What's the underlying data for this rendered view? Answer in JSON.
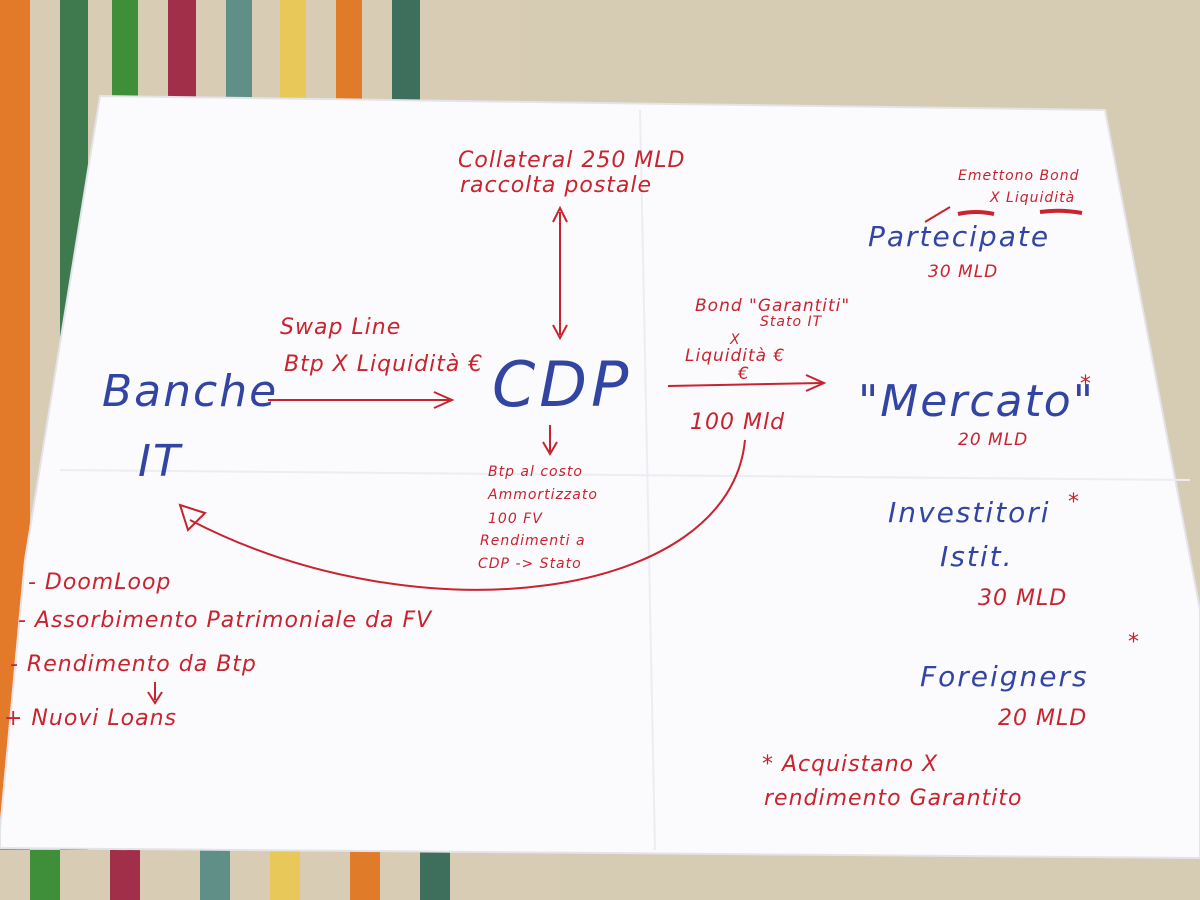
{
  "photo": {
    "colors": {
      "red_ink": "#c8232e",
      "blue_ink": "#3345a3",
      "paper": "#fbfbfd"
    }
  },
  "note": {
    "collateral": [
      "Collateral 250 MLD",
      "raccolta postale"
    ],
    "banks": [
      "Banche",
      "IT"
    ],
    "swap": [
      "Swap Line",
      "Btp X Liquidità €"
    ],
    "cdp": "CDP",
    "bond": [
      "Bond \"Garantiti\"",
      "Stato IT",
      "X",
      "Liquidità €",
      "€"
    ],
    "bond_amount": "100 Mld",
    "btp_notes": [
      "Btp al costo",
      "Ammortizzato",
      "100 FV",
      "Rendimenti a",
      "CDP -> Stato"
    ],
    "participations": {
      "emit": [
        "Emettono Bond",
        "X Liquidità"
      ],
      "label": "Partecipate",
      "amount": "30 MLD"
    },
    "market": {
      "label": "\"Mercato\"",
      "star": "*",
      "amount": "20 MLD"
    },
    "investors": {
      "lines": [
        "Investitori",
        "Istit."
      ],
      "star": "*",
      "amount": "30 MLD"
    },
    "foreigners": {
      "label": "Foreigners",
      "star": "*",
      "amount": "20 MLD"
    },
    "risks": [
      "- DoomLoop",
      "- Assorbimento Patrimoniale da FV",
      "- Rendimento da Btp",
      "+ Nuovi Loans"
    ],
    "footnote": [
      "* Acquistano X",
      "rendimento Garantito"
    ]
  }
}
